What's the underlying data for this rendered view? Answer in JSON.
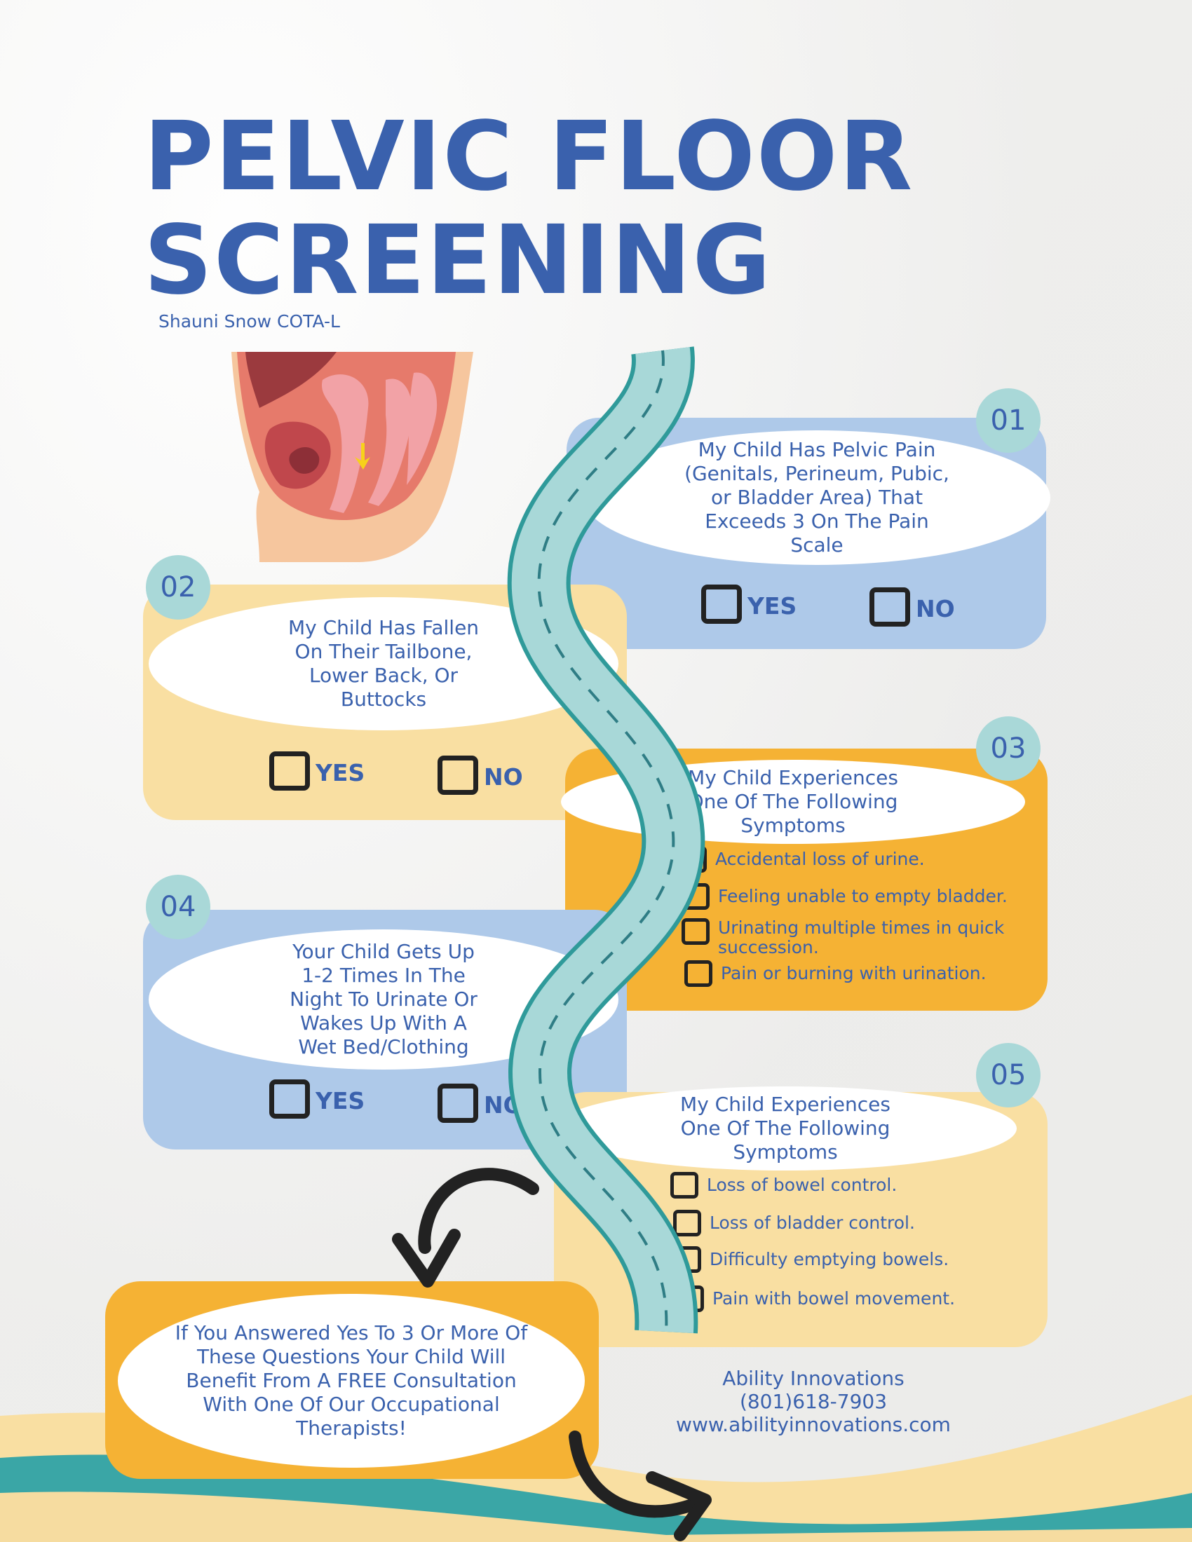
{
  "header": {
    "title_line1": "PELVIC FLOOR",
    "title_line2": "SCREENING",
    "author": "Shauni Snow COTA-L"
  },
  "colors": {
    "brand_blue": "#3a61ad",
    "light_blue_card": "#aec9e9",
    "light_orange_card": "#f9dfa2",
    "orange_card": "#f5b234",
    "teal_accent": "#a9d8d8",
    "road": "#a8d8d8"
  },
  "questions": [
    {
      "number": "01",
      "text": "My Child Has Pelvic Pain (Genitals, Perineum, Pubic, or Bladder Area) That Exceeds 3 On The Pain Scale",
      "yes_label": "YES",
      "no_label": "NO"
    },
    {
      "number": "02",
      "text": "My Child Has Fallen On Their Tailbone, Lower Back, Or Buttocks",
      "yes_label": "YES",
      "no_label": "NO"
    },
    {
      "number": "03",
      "text": "My Child Experiences One Of The Following Symptoms",
      "options": [
        "Accidental loss of urine.",
        "Feeling unable to empty bladder.",
        "Urinating multiple times in quick succession.",
        "Pain or burning with urination."
      ]
    },
    {
      "number": "04",
      "text": "Your Child Gets Up 1-2 Times In The Night To Urinate Or Wakes Up With A Wet Bed/Clothing",
      "yes_label": "YES",
      "no_label": "NO"
    },
    {
      "number": "05",
      "text": "My Child Experiences One Of The Following Symptoms",
      "options": [
        "Loss of bowel control.",
        "Loss of bladder control.",
        "Difficulty emptying bowels.",
        "Pain with bowel movement."
      ]
    }
  ],
  "conclusion": {
    "text": "If You Answered Yes To 3 Or More Of These Questions Your Child Will Benefit From A FREE Consultation With One Of Our Occupational Therapists!"
  },
  "contact": {
    "company": "Ability Innovations",
    "phone": "(801)618-7903",
    "website": "www.abilityinnovations.com"
  },
  "icons": [
    "pelvic-anatomy-illustration",
    "winding-road",
    "curved-arrow-down-left",
    "curved-arrow-right"
  ]
}
